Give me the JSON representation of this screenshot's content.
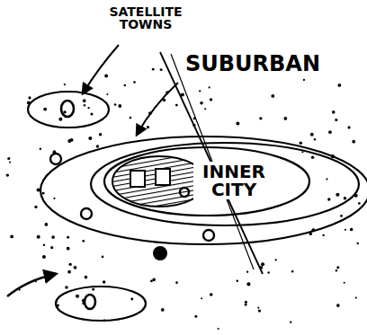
{
  "diagram": {
    "nodes": [
      {
        "text": [
          "SATELLITE TOWNS"
        ]
      },
      {
        "text": [
          "SUBURBAN"
        ]
      },
      {
        "text": [
          "INNER CITY"
        ],
        "in": 1
      }
    ],
    "labels": []
  }
}
